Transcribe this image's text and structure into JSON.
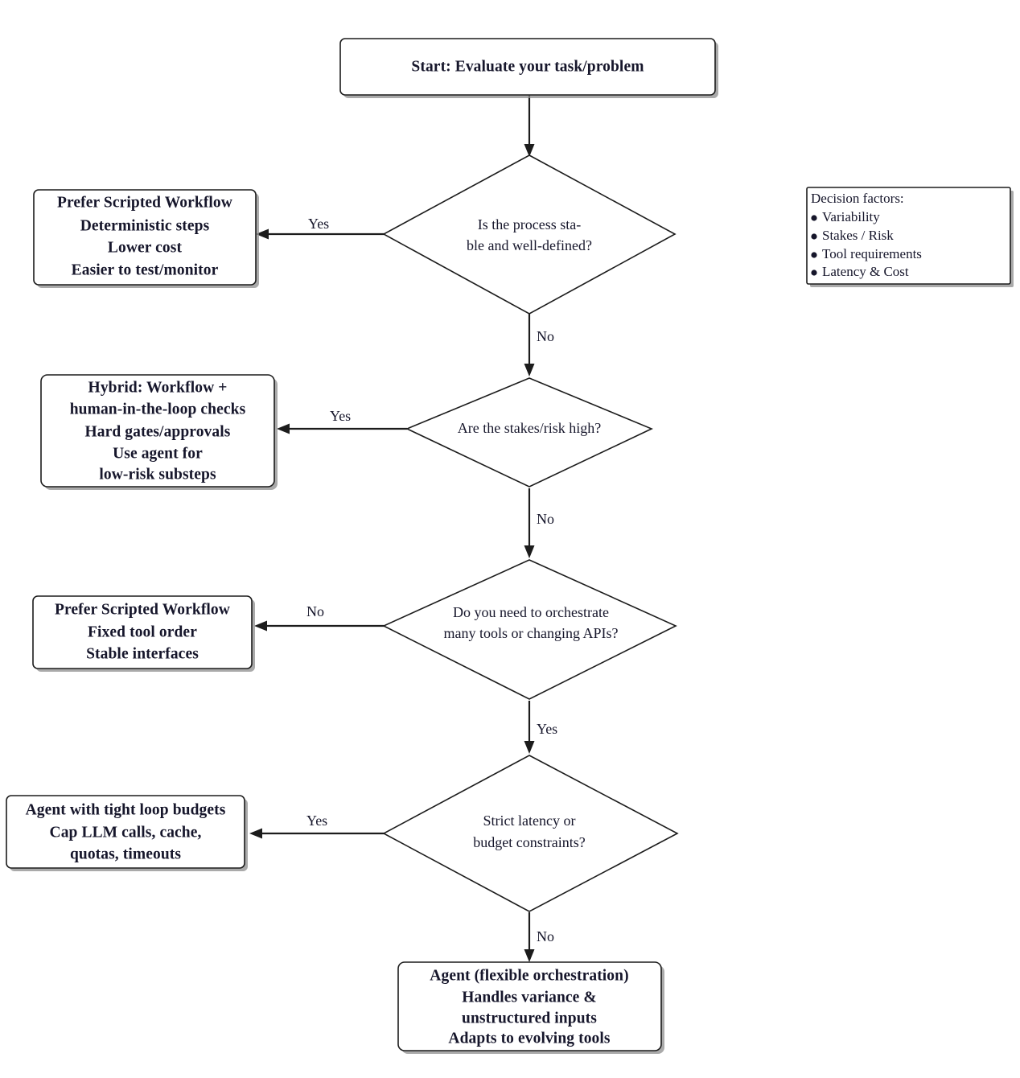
{
  "diagram": {
    "title": "Workflow vs Agent decision flowchart",
    "colors": {
      "stroke": "#1c1c1c",
      "text": "#16162b",
      "background": "#ffffff",
      "shadow": "#8d8d8d"
    },
    "nodes": {
      "start": {
        "type": "process-box",
        "lines": [
          "Start:  Evaluate your task/problem"
        ]
      },
      "decision_stable": {
        "type": "decision-diamond",
        "lines": [
          "Is the process sta-",
          "ble and well-defined?"
        ]
      },
      "decision_stakes": {
        "type": "decision-diamond",
        "lines": [
          "Are the stakes/risk high?"
        ]
      },
      "decision_tools": {
        "type": "decision-diamond",
        "lines": [
          "Do you need to orchestrate",
          "many tools or changing APIs?"
        ]
      },
      "decision_latency": {
        "type": "decision-diamond",
        "lines": [
          "Strict latency or",
          "budget constraints?"
        ]
      },
      "outcome_scripted_1": {
        "type": "outcome-box",
        "lines": [
          "Prefer Scripted Workflow",
          "Deterministic steps",
          "Lower cost",
          "Easier to test/monitor"
        ]
      },
      "outcome_hybrid": {
        "type": "outcome-box",
        "lines": [
          "Hybrid:  Workflow +",
          "human-in-the-loop checks",
          "Hard gates/approvals",
          "Use agent for",
          "low-risk substeps"
        ]
      },
      "outcome_scripted_2": {
        "type": "outcome-box",
        "lines": [
          "Prefer Scripted Workflow",
          "Fixed tool order",
          "Stable interfaces"
        ]
      },
      "outcome_budget_agent": {
        "type": "outcome-box",
        "lines": [
          "Agent with tight loop budgets",
          "Cap LLM calls, cache,",
          "quotas, timeouts"
        ]
      },
      "outcome_agent": {
        "type": "terminal-box",
        "lines": [
          "Agent (flexible orchestration)",
          "Handles variance &",
          "unstructured inputs",
          "Adapts to evolving tools"
        ]
      }
    },
    "edge_labels": {
      "stable_yes": "Yes",
      "stable_no": "No",
      "stakes_yes": "Yes",
      "stakes_no": "No",
      "tools_no": "No",
      "tools_yes": "Yes",
      "latency_yes": "Yes",
      "latency_no": "No"
    },
    "legend": {
      "title": "Decision factors:",
      "items": [
        "Variability",
        "Stakes / Risk",
        "Tool requirements",
        "Latency & Cost"
      ]
    }
  }
}
